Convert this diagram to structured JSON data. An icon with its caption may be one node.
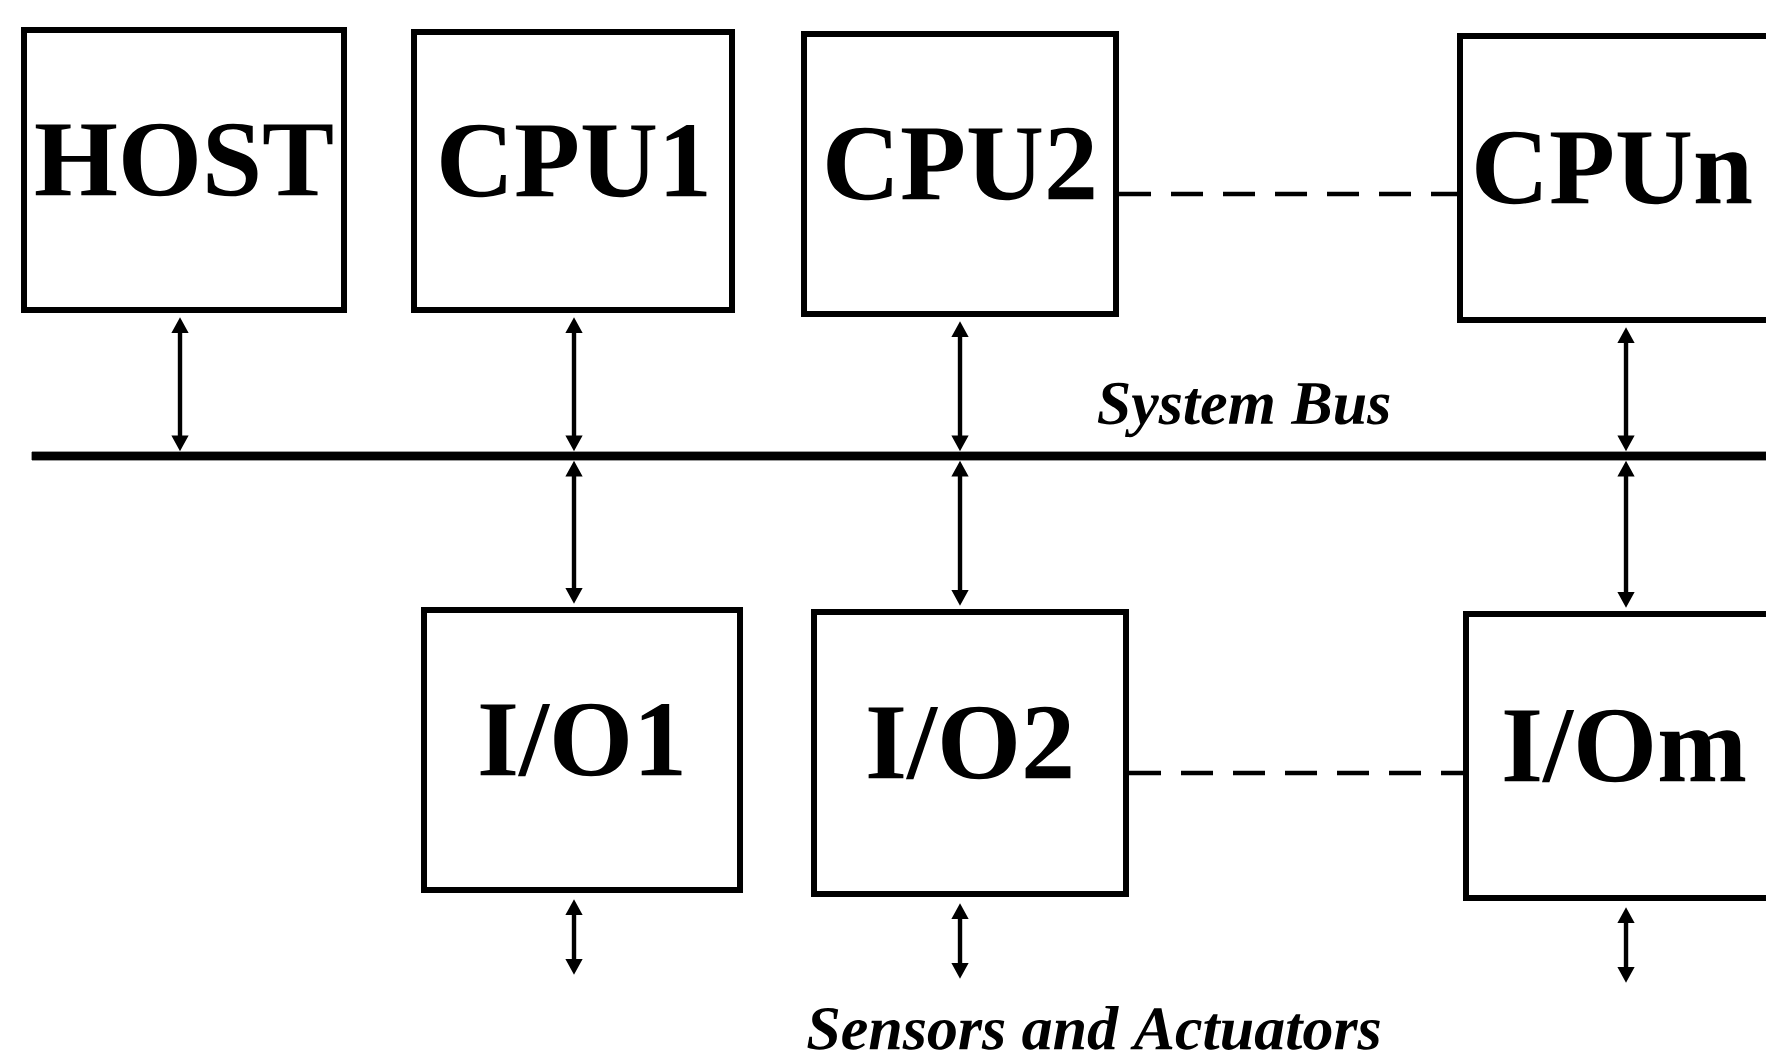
{
  "diagram": {
    "nodes": [
      {
        "text": [
          "HOST"
        ]
      },
      {
        "text": [
          "CPU1"
        ]
      },
      {
        "text": [
          "CPU2"
        ]
      },
      {
        "text": [
          "CPUn"
        ]
      },
      {
        "text": [],
        "shape": "bar",
        "beside": [
          "System Bus"
        ]
      },
      {
        "text": [
          "I/O1"
        ]
      },
      {
        "text": [
          "I/O2"
        ]
      },
      {
        "text": [
          "I/Om"
        ]
      }
    ],
    "edges": [
      {
        "from": 0,
        "to": 4,
        "arrow": "both"
      },
      {
        "from": 1,
        "to": 4,
        "arrow": "both"
      },
      {
        "from": 2,
        "to": 4,
        "arrow": "both"
      },
      {
        "from": 3,
        "to": 4,
        "arrow": "both"
      },
      {
        "from": 4,
        "to": 5,
        "arrow": "both"
      },
      {
        "from": 4,
        "to": 6,
        "arrow": "both"
      },
      {
        "from": 4,
        "to": 7,
        "arrow": "both"
      },
      {
        "from": 2,
        "to": 3,
        "arrow": "none",
        "style": "dashed"
      },
      {
        "from": 6,
        "to": 7,
        "arrow": "none",
        "style": "dashed"
      },
      {
        "from": 5,
        "to": null,
        "arrow": "both"
      },
      {
        "from": 6,
        "to": null,
        "arrow": "both"
      },
      {
        "from": 7,
        "to": null,
        "arrow": "both"
      }
    ],
    "labels": [
      "Sensors and Actuators"
    ]
  }
}
